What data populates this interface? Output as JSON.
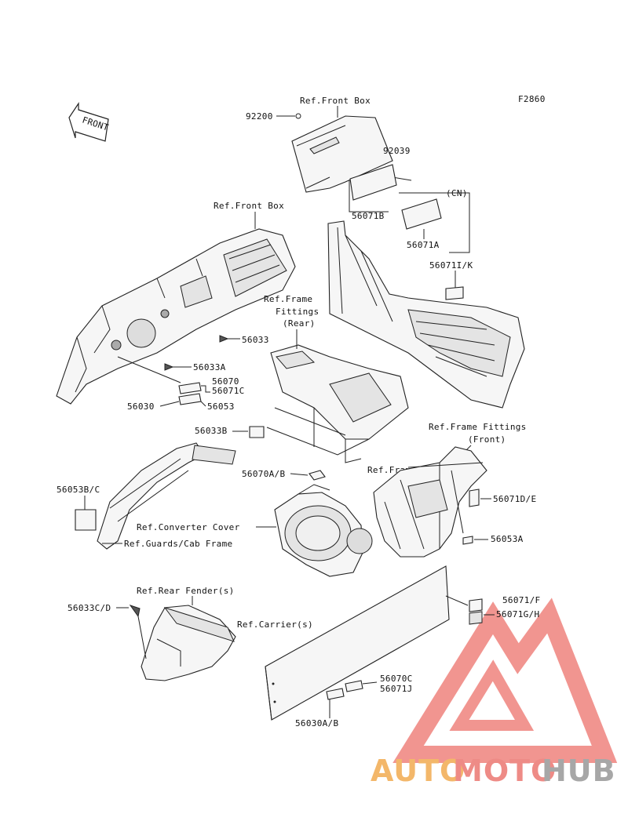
{
  "figure_code": "F2860",
  "front_arrow": "FRONT",
  "labels": {
    "ref_front_box_top": "Ref.Front Box",
    "p92200": "92200",
    "p92039": "92039",
    "cn": "(CN)",
    "p56071b": "56071B",
    "p56071a": "56071A",
    "ref_front_box_left": "Ref.Front Box",
    "p56071ik": "56071I/K",
    "ref_frame_fittings_rear_1": "Ref.Frame",
    "ref_frame_fittings_rear_2": "Fittings",
    "ref_frame_fittings_rear_3": "(Rear)",
    "p56033": "56033",
    "p56033a": "56033A",
    "p56070": "56070",
    "p56071c": "56071C",
    "p56030": "56030",
    "p56053": "56053",
    "ref_frame_fittings_front_1": "Ref.Frame Fittings",
    "ref_frame_fittings_front_2": "(Front)",
    "p56033b": "56033B",
    "ref_frame": "Ref.Frame",
    "p56070ab": "56070A/B",
    "p56071de": "56071D/E",
    "p56053bc": "56053B/C",
    "ref_converter_cover": "Ref.Converter Cover",
    "p56053a": "56053A",
    "ref_guards_cab_frame": "Ref.Guards/Cab Frame",
    "ref_rear_fenders": "Ref.Rear Fender(s)",
    "p56071f": "56071/F",
    "p56033cd": "56033C/D",
    "p56071gh": "56071G/H",
    "ref_carriers": "Ref.Carrier(s)",
    "p56070c": "56070C",
    "p56071j": "56071J",
    "p56030ab": "56030A/B"
  },
  "watermark": {
    "part1": "AUTO",
    "part2": "MOTO",
    "part3": "HUB",
    "color1": "#f3b76a",
    "color2": "#ee8b86",
    "color3": "#a7a7a7",
    "triangle_color": "#f08a85"
  }
}
